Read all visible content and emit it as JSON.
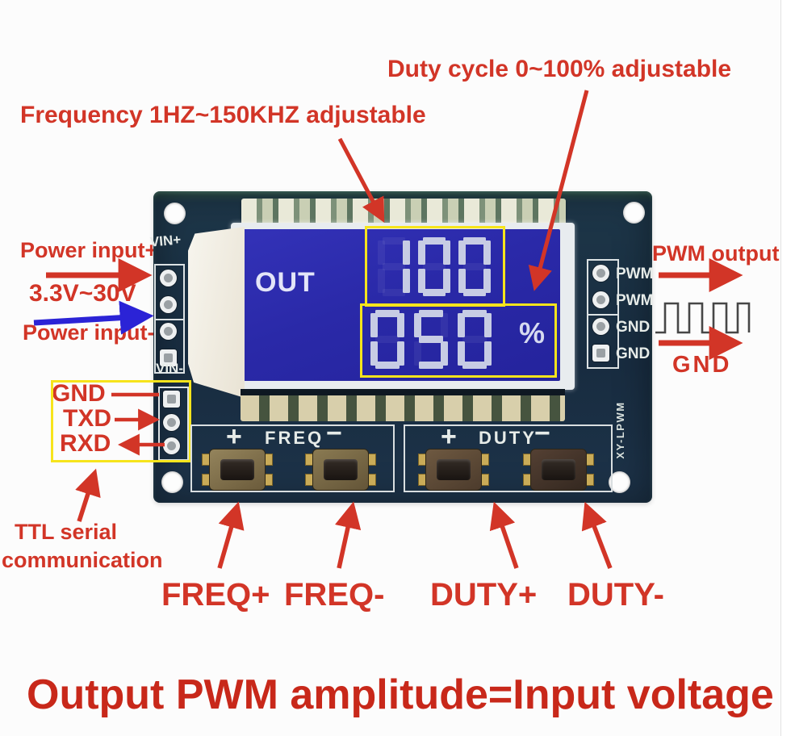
{
  "annotations": {
    "duty_note": "Duty cycle 0~100% adjustable",
    "freq_note": "Frequency 1HZ~150KHZ adjustable",
    "power_plus": "Power input+",
    "voltage_range": "3.3V~30V",
    "power_minus": "Power input-",
    "gnd_left": "GND",
    "txd": "TXD",
    "rxd": "RXD",
    "ttl_line1": "TTL serial",
    "ttl_line2": "communication",
    "pwm_output": "PWM output",
    "gnd_right": "GND",
    "freq_plus": "FREQ+",
    "freq_minus": "FREQ-",
    "duty_plus": "DUTY+",
    "duty_minus": "DUTY-",
    "bottom_title": "Output PWM amplitude=Input voltage"
  },
  "lcd": {
    "out_label": "OUT",
    "freq_value": "100",
    "duty_value": "050",
    "percent": "%"
  },
  "board": {
    "model": "XY-LPWM",
    "silk_vin_plus": "VIN+",
    "silk_vin_minus": "VIN-",
    "output_pads": [
      "PWM",
      "PWM",
      "GND",
      "GND"
    ],
    "freq_group": {
      "plus": "+",
      "label": "FREQ",
      "minus": "−"
    },
    "duty_group": {
      "plus": "+",
      "label": "DUTY",
      "minus": "−"
    }
  },
  "colors": {
    "annotation_red": "#d23527",
    "arrow_blue": "#2b23d6",
    "highlight_yellow": "#f6e41c",
    "pcb_teal": "#182c40",
    "lcd_blue": "#2a29a8",
    "title_red": "#c8281a"
  }
}
